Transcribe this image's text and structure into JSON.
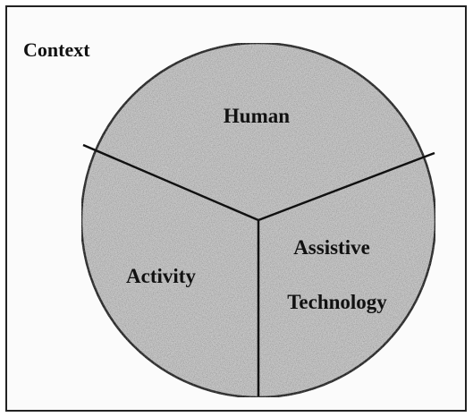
{
  "diagram": {
    "context_label": "Context",
    "segments": {
      "human": "Human",
      "activity": "Activity",
      "assistive_line1": "Assistive",
      "assistive_line2": "Technology"
    }
  },
  "colors": {
    "fill": "#c9c9c9",
    "stroke": "#1a1a1a",
    "border": "#222222"
  }
}
